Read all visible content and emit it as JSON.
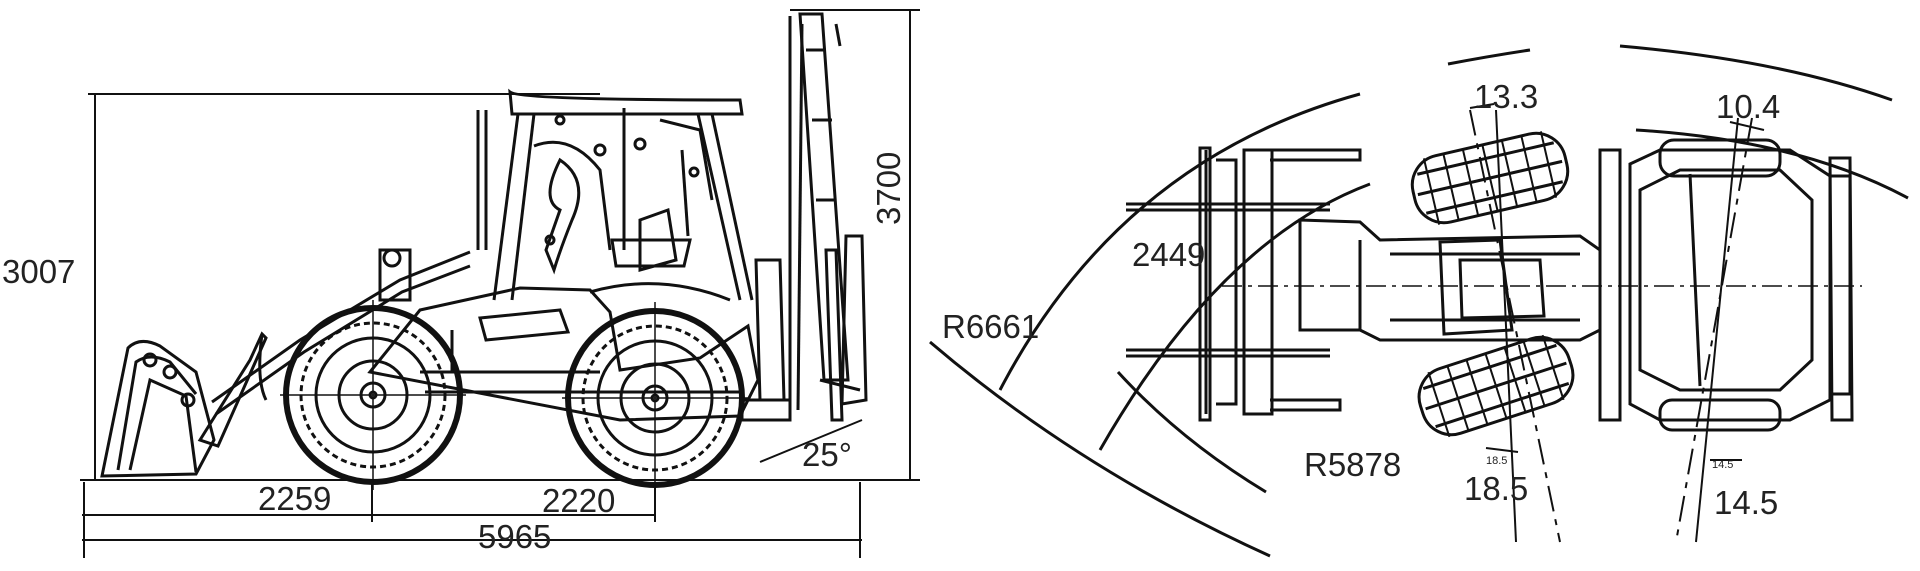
{
  "colors": {
    "ink": "#111111",
    "background": "#ffffff"
  },
  "side_view": {
    "dimensions": {
      "total_height": "3007",
      "transport_height": "3700",
      "front_overhang": "2259",
      "wheelbase": "2220",
      "overall_length": "5965",
      "departure_angle": "25°"
    }
  },
  "top_view": {
    "dimensions": {
      "outer_radius": "R6661",
      "inner_radius": "R5878",
      "bucket_width": "2449",
      "front_steer_angle": "13.3",
      "rear_steer_angle": "10.4",
      "front_wheel_angle": "18.5",
      "rear_wheel_angle": "14.5",
      "front_small_mark": "18.5",
      "rear_small_mark": "14.5"
    }
  }
}
